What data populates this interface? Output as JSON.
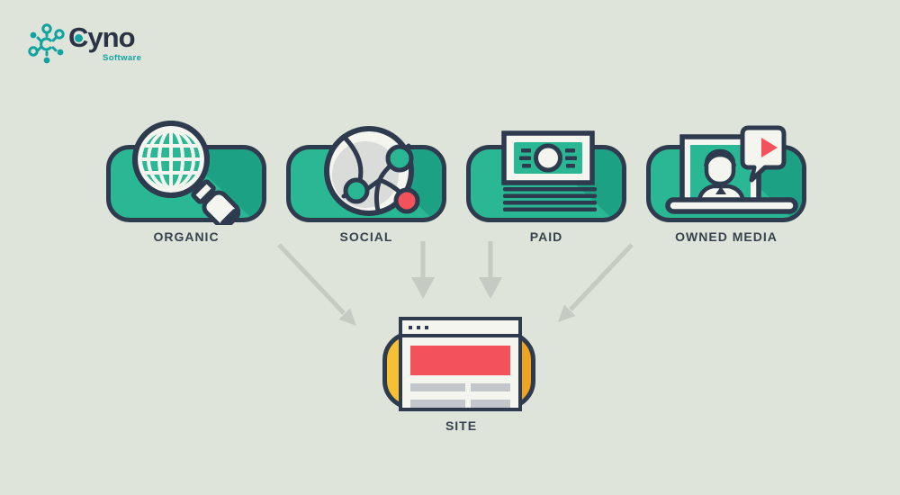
{
  "logo": {
    "brand_initial": "C",
    "brand_rest": "yno",
    "subtitle": "Software"
  },
  "channels": [
    {
      "id": "organic",
      "label": "ORGANIC",
      "icon": "globe-magnifier-icon"
    },
    {
      "id": "social",
      "label": "SOCIAL",
      "icon": "network-sphere-icon"
    },
    {
      "id": "paid",
      "label": "PAID",
      "icon": "cash-icon"
    },
    {
      "id": "owned-media",
      "label": "OWNED MEDIA",
      "icon": "laptop-video-icon"
    }
  ],
  "destination": {
    "label": "SITE",
    "icon": "browser-window-icon"
  },
  "colors": {
    "bg": "#dee4d9",
    "teal": "#2ab794",
    "tealShade": "#1da184",
    "outline": "#2e3a4d",
    "red": "#f4525a",
    "yellow": "#f6bf34",
    "yellowShade": "#eda422",
    "paper": "#f5f5f0",
    "sphereGray": "#dadcd9",
    "barGray": "#c3c6cb",
    "arrowGray": "#c5cac3",
    "labelColor": "#39414e",
    "logoTeal": "#12a2a0",
    "logoDark": "#2b3344"
  }
}
